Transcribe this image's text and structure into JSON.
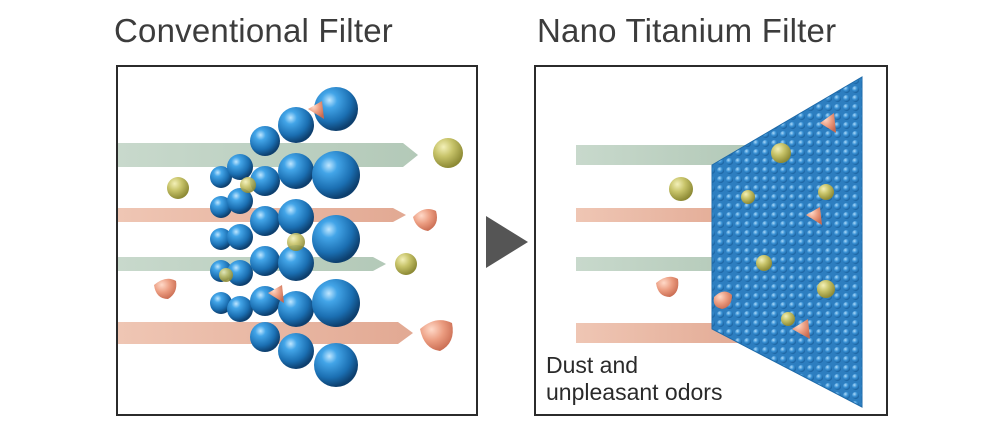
{
  "left_panel": {
    "title": "Conventional Filter"
  },
  "right_panel": {
    "title": "Nano Titanium Filter",
    "caption": {
      "line1": "Dust and",
      "line2": "unpleasant odors"
    }
  },
  "icons": {
    "transition": "play-triangle-arrow-icon"
  },
  "colors": {
    "filter_ball": "#1f7fc4",
    "mesh": "#3a8fd0",
    "dust_particle": "#b9b55a",
    "odor_particle": "#e7957a",
    "air_stream_green": "#bfd3c4",
    "air_stream_peach": "#e7b7a2",
    "arrow": "#555555"
  }
}
